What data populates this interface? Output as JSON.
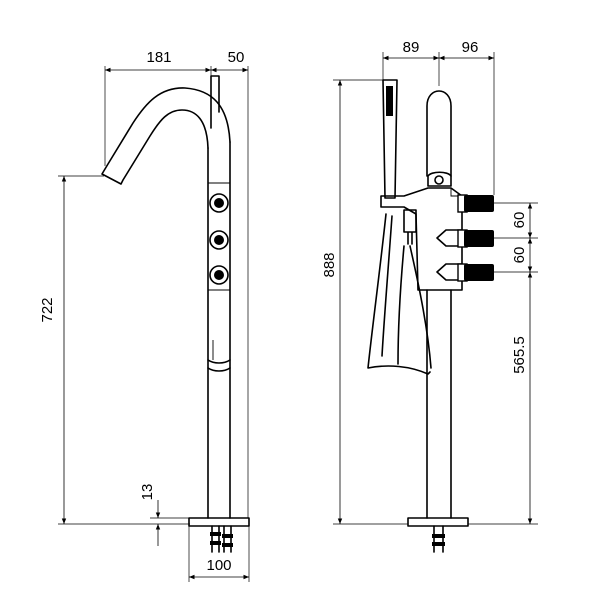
{
  "dimensions": {
    "left_view": {
      "spout_reach": "181",
      "top_offset": "50",
      "spout_height": "722",
      "base_thickness": "13",
      "base_width": "100"
    },
    "right_view": {
      "shower_offset": "89",
      "handle_offset": "96",
      "total_height": "888",
      "handle_spacing_1": "60",
      "handle_spacing_2": "60",
      "lowest_handle_height": "565.5"
    }
  }
}
